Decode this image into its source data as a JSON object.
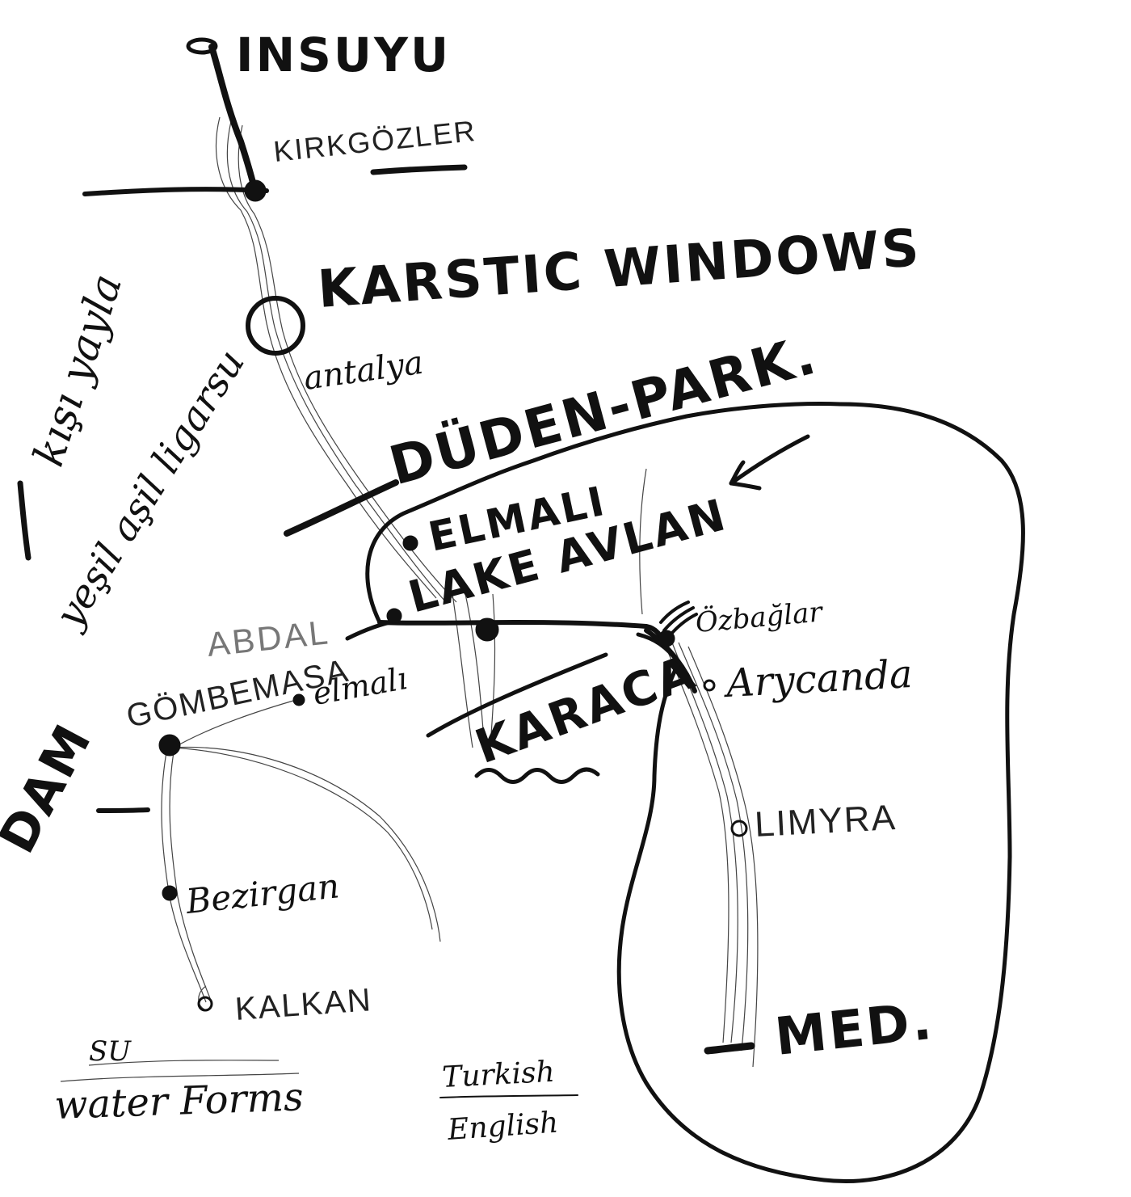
{
  "sketch": {
    "places": {
      "insuyu": "INSUYU",
      "kirkgozler": "KIRKGÖZLER",
      "karstic_windows": "KARSTIC WINDOWS",
      "antalya": "antalya",
      "duden_park": "DÜDEN-PARK.",
      "elmali": "ELMALI",
      "lake_avlan": "LAKE AVLAN",
      "abdal": "ABDAL",
      "gombe_masa": "GÖMBEMASA",
      "elmali_small": "elmalı",
      "dam": "DAM",
      "ozbaglar": "Özbağlar",
      "arycanda": "Arycanda",
      "limyra": "LIMYRA",
      "karaca": "KARACA",
      "bezirgan": "Bezirgan",
      "kalkan": "KALKAN",
      "med": "MED."
    },
    "left_notes": {
      "yayla": "kışı yayla",
      "yesil_ligarsu": "yeşil aşil ligarsu"
    },
    "legend": {
      "su": "SU",
      "water_forms": "water Forms",
      "turkish": "Turkish",
      "english": "English"
    },
    "ink_color": "#111111"
  }
}
